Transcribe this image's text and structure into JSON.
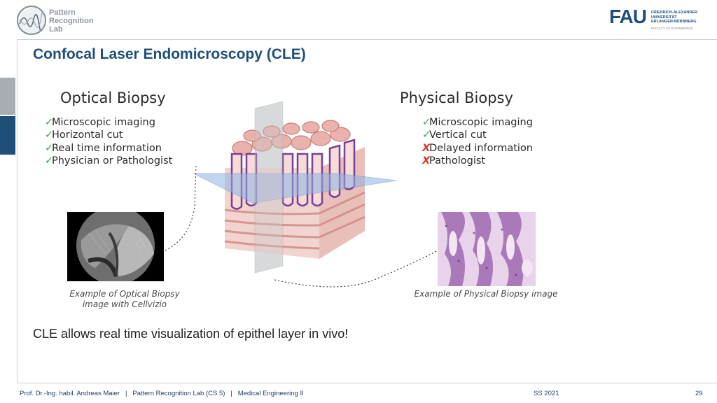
{
  "logo": {
    "line1": "Pattern",
    "line2": "Recognition",
    "line3": "Lab"
  },
  "fau_logo": {
    "short": "FAU",
    "line1": "FRIEDRICH-ALEXANDER",
    "line2": "UNIVERSITÄT",
    "line3": "ERLANGEN-NÜRNBERG",
    "faculty": "FACULTY OF ENGINEERING"
  },
  "slide": {
    "title": "Confocal Laser Endomicroscopy (CLE)",
    "statement": "CLE allows real time visualization of epithel layer in vivo!"
  },
  "figure": {
    "optical": {
      "heading": "Optical Biopsy",
      "items": [
        {
          "mark": "✓",
          "text": "Microscopic imaging"
        },
        {
          "mark": "✓",
          "text": "Horizontal cut"
        },
        {
          "mark": "✓",
          "text": "Real time information"
        },
        {
          "mark": "✓",
          "text": "Physician or Pathologist"
        }
      ],
      "caption_line1": "Example of Optical Biopsy",
      "caption_line2": "image with Cellvizio"
    },
    "physical": {
      "heading": "Physical Biopsy",
      "items": [
        {
          "mark": "✓",
          "text": "Microscopic imaging"
        },
        {
          "mark": "✓",
          "text": "Vertical cut"
        },
        {
          "mark": "X",
          "text": "Delayed information"
        },
        {
          "mark": "X",
          "text": "Pathologist"
        }
      ],
      "caption_line1": "Example of Physical Biopsy image"
    },
    "colors": {
      "ok": "#3aa543",
      "bad": "#d93a2b",
      "plane": "#8fb4e6",
      "tissue_purple": "#7a3f9a",
      "tissue_pink": "#e3a6a6"
    }
  },
  "footer": {
    "left": "Prof. Dr.-Ing. habil. Andreas Maier   |   Pattern Recognition Lab (CS 5)   |   Medical Engineering II",
    "term": "SS 2021",
    "page": "29"
  },
  "theme": {
    "accent": "#1f4e79",
    "side_grey": "#a7adb2"
  }
}
